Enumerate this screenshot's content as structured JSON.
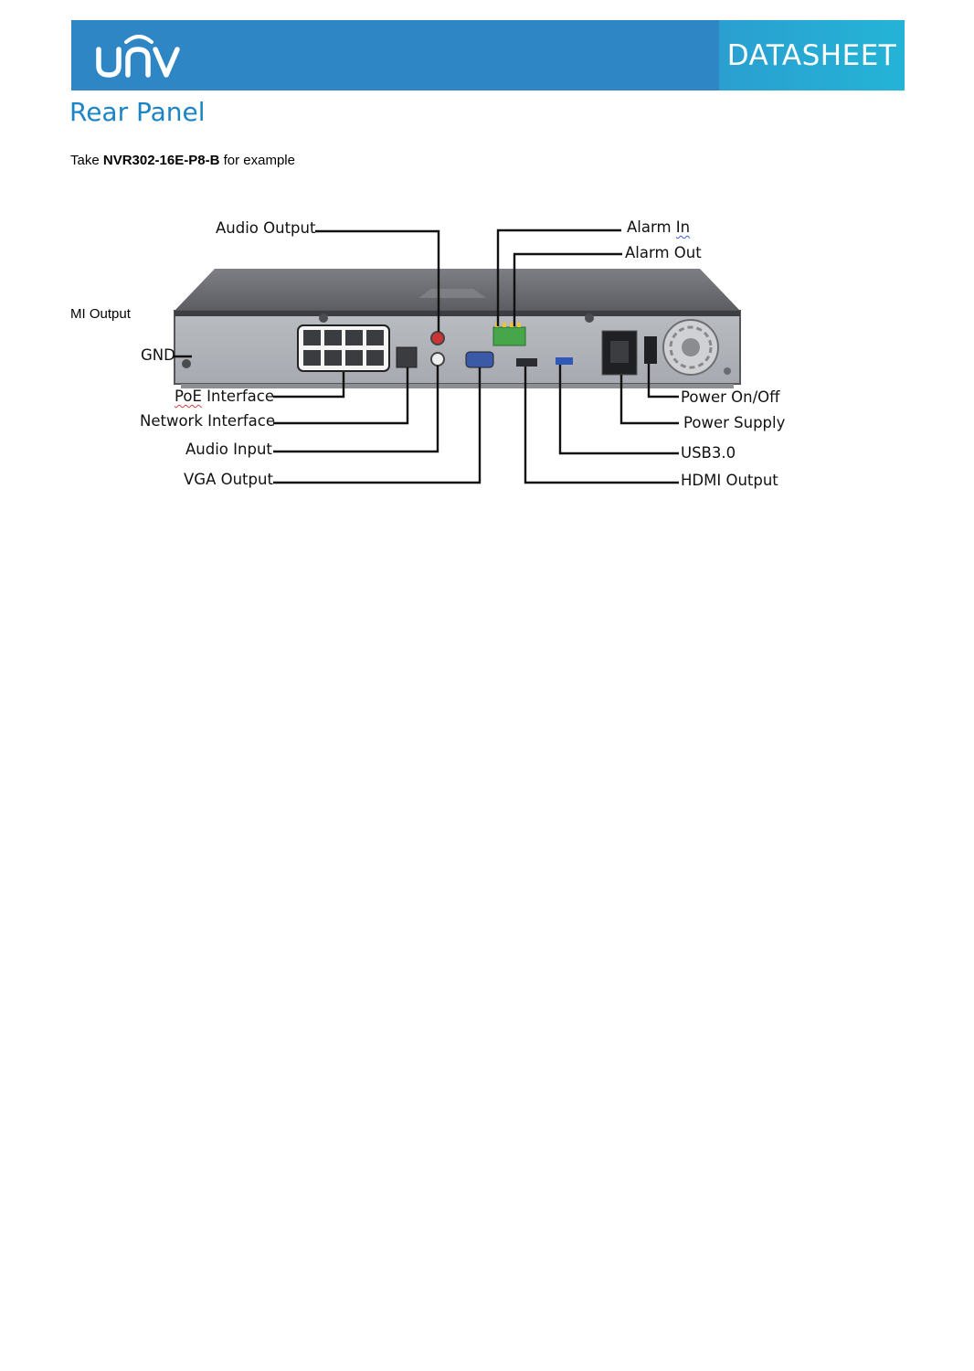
{
  "header": {
    "logo_text": "unv",
    "badge": "DATASHEET",
    "colors": {
      "banner": "#2f86c5",
      "badge": "#24b4d6"
    }
  },
  "section": {
    "title": "Rear Panel"
  },
  "intro": {
    "prefix": "Take ",
    "model": "NVR302-16E-P8-B",
    "suffix": " for example"
  },
  "side_label": "MI Output",
  "figure": {
    "callouts": {
      "audio_output": "Audio Output",
      "alarm_in_prefix": "Alarm ",
      "alarm_in_suffix": "In",
      "alarm_out": "Alarm Out",
      "gnd": "GND",
      "poe_prefix": "PoE",
      "poe_suffix": " Interface",
      "network": "Network Interface",
      "audio_input": "Audio Input",
      "vga": "VGA Output",
      "power_onoff": "Power On/Off",
      "power_supply": "Power Supply",
      "usb": "USB3.0",
      "hdmi": "HDMI Output"
    }
  }
}
